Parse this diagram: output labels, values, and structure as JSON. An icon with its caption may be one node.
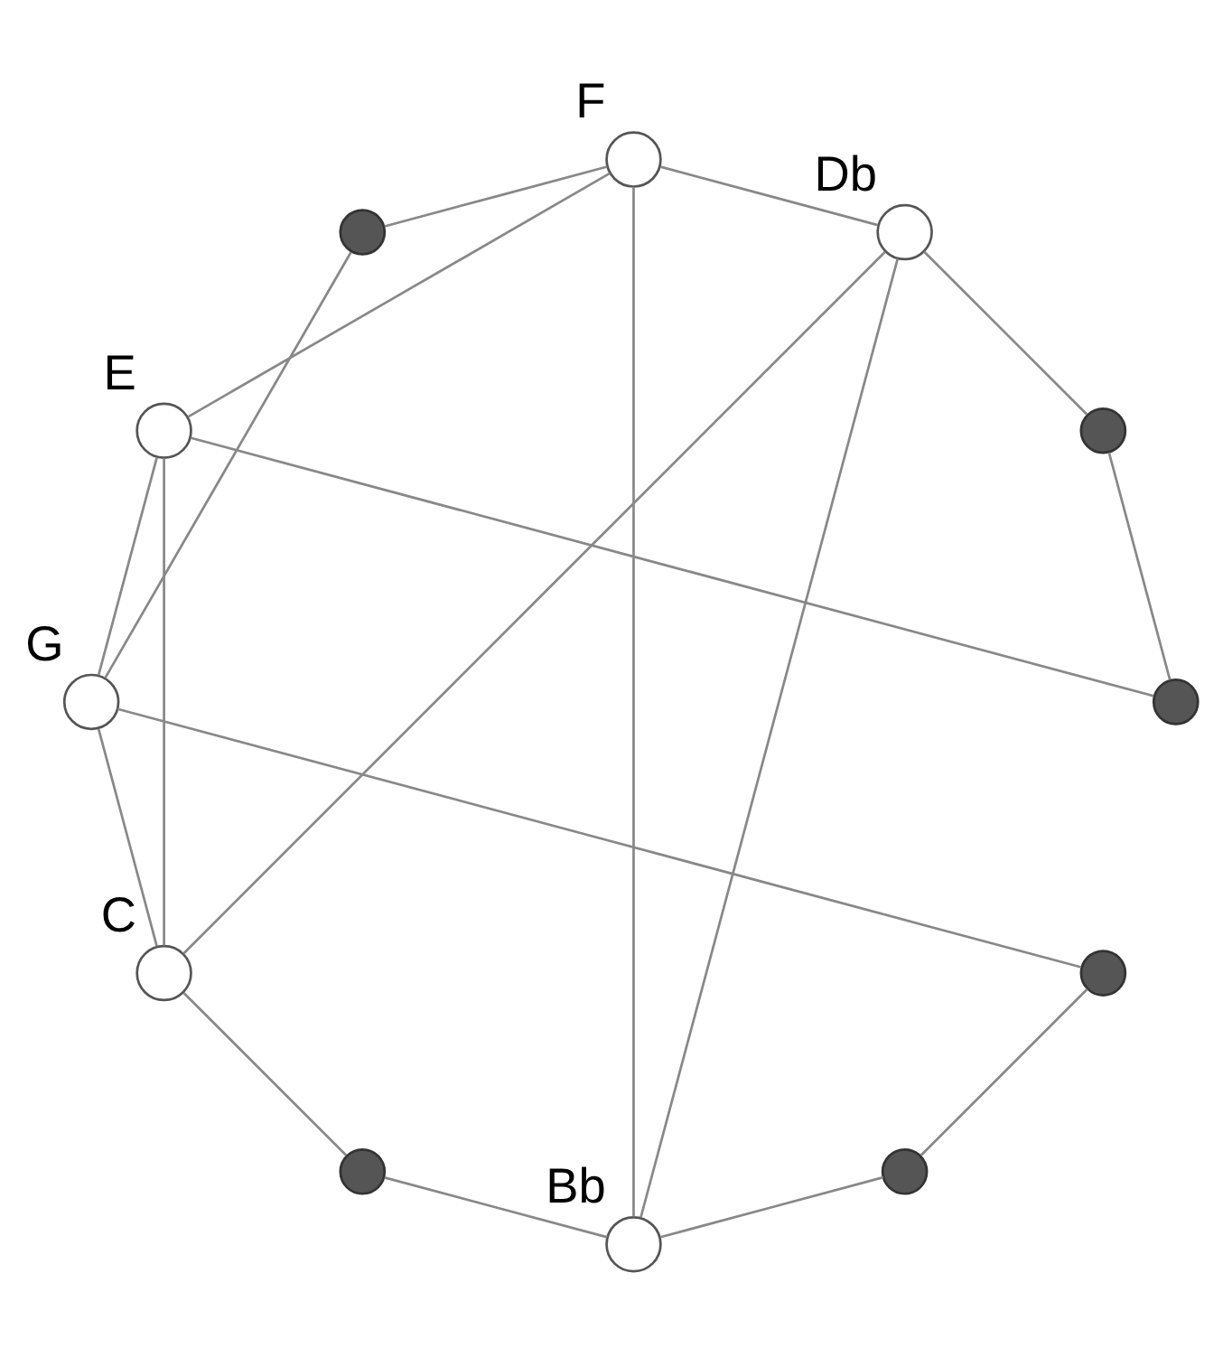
{
  "diagram": {
    "nodes": [
      {
        "text": [],
        "shape": "circle",
        "beside": [
          "G"
        ]
      },
      {
        "text": [],
        "shape": "dot"
      },
      {
        "text": [],
        "shape": "circle",
        "beside": [
          "F"
        ]
      },
      {
        "text": [],
        "shape": "circle",
        "beside": [
          "E"
        ]
      },
      {
        "text": [],
        "shape": "dot"
      },
      {
        "text": [],
        "shape": "dot"
      },
      {
        "text": [],
        "shape": "circle",
        "beside": [
          "Db"
        ]
      },
      {
        "text": [],
        "shape": "circle",
        "beside": [
          "C"
        ]
      },
      {
        "text": [],
        "shape": "dot"
      },
      {
        "text": [],
        "shape": "circle",
        "beside": [
          "Bb"
        ]
      },
      {
        "text": [],
        "shape": "dot"
      },
      {
        "text": [],
        "shape": "dot"
      }
    ],
    "edges": [
      {
        "from": 0,
        "to": 1,
        "arrow": "none"
      },
      {
        "from": 1,
        "to": 2,
        "arrow": "none"
      },
      {
        "from": 2,
        "to": 3,
        "arrow": "none"
      },
      {
        "from": 3,
        "to": 4,
        "arrow": "none"
      },
      {
        "from": 4,
        "to": 5,
        "arrow": "none"
      },
      {
        "from": 5,
        "to": 6,
        "arrow": "none"
      },
      {
        "from": 6,
        "to": 7,
        "arrow": "none"
      },
      {
        "from": 7,
        "to": 8,
        "arrow": "none"
      },
      {
        "from": 8,
        "to": 9,
        "arrow": "none"
      },
      {
        "from": 9,
        "to": 10,
        "arrow": "none"
      },
      {
        "from": 10,
        "to": 11,
        "arrow": "none"
      },
      {
        "from": 11,
        "to": 0,
        "arrow": "none"
      },
      {
        "from": 0,
        "to": 3,
        "arrow": "none"
      },
      {
        "from": 0,
        "to": 7,
        "arrow": "none"
      },
      {
        "from": 2,
        "to": 9,
        "arrow": "none"
      },
      {
        "from": 2,
        "to": 6,
        "arrow": "none"
      },
      {
        "from": 3,
        "to": 7,
        "arrow": "none"
      },
      {
        "from": 9,
        "to": 6,
        "arrow": "none"
      }
    ]
  }
}
